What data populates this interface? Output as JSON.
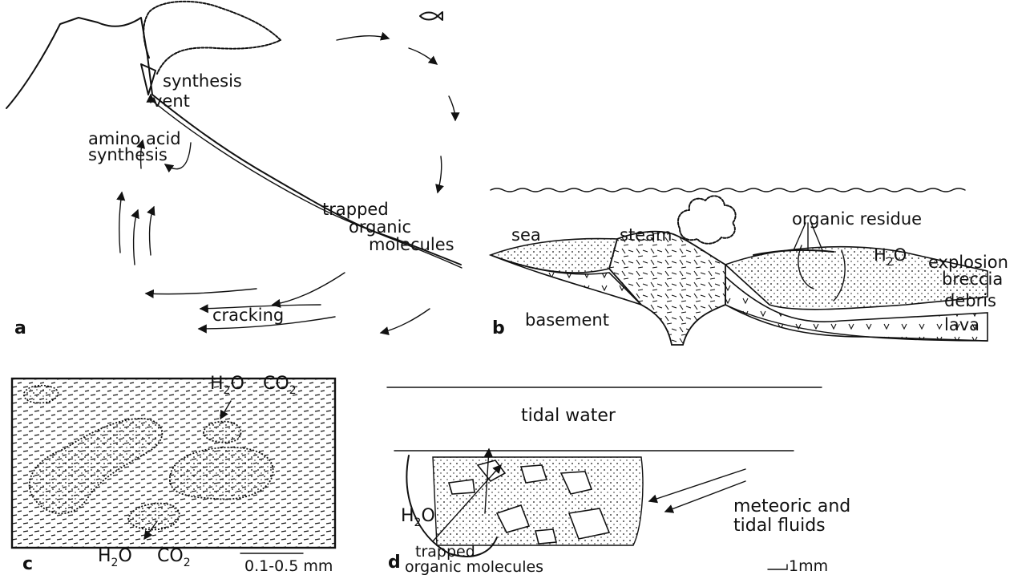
{
  "panels": {
    "a": {
      "letter": "a",
      "labels": {
        "synthesis": "synthesis",
        "vent": "vent",
        "amino_acid": "amino acid",
        "amino_synthesis": "synthesis",
        "trapped": "trapped",
        "organic": "organic",
        "molecules": "molecules",
        "cracking": "cracking"
      }
    },
    "b": {
      "letter": "b",
      "labels": {
        "sea": "sea",
        "steam": "steam",
        "organic_residue": "organic residue",
        "h2o": "H",
        "h2o_sub": "2",
        "h2o_o": "O",
        "explosion": "explosion",
        "breccia": "breccia",
        "debris": "debris",
        "lava": "lava",
        "basement": "basement"
      }
    },
    "c": {
      "letter": "c",
      "labels": {
        "top_h": "H",
        "top_2": "2",
        "top_o": "O",
        "top_co": "CO",
        "top_co2": "2",
        "bot_h": "H",
        "bot_2": "2",
        "bot_o": "O",
        "bot_co": "CO",
        "bot_co2": "2",
        "scale": "0.1-0.5  mm"
      }
    },
    "d": {
      "letter": "d",
      "labels": {
        "tidal_water": "tidal  water",
        "h": "H",
        "h_2": "2",
        "h_o": "O",
        "meteoric": "meteoric and",
        "tidal_fluids": "tidal fluids",
        "trapped": "trapped",
        "organic_molecules": "organic molecules",
        "scale": "1mm"
      }
    }
  }
}
